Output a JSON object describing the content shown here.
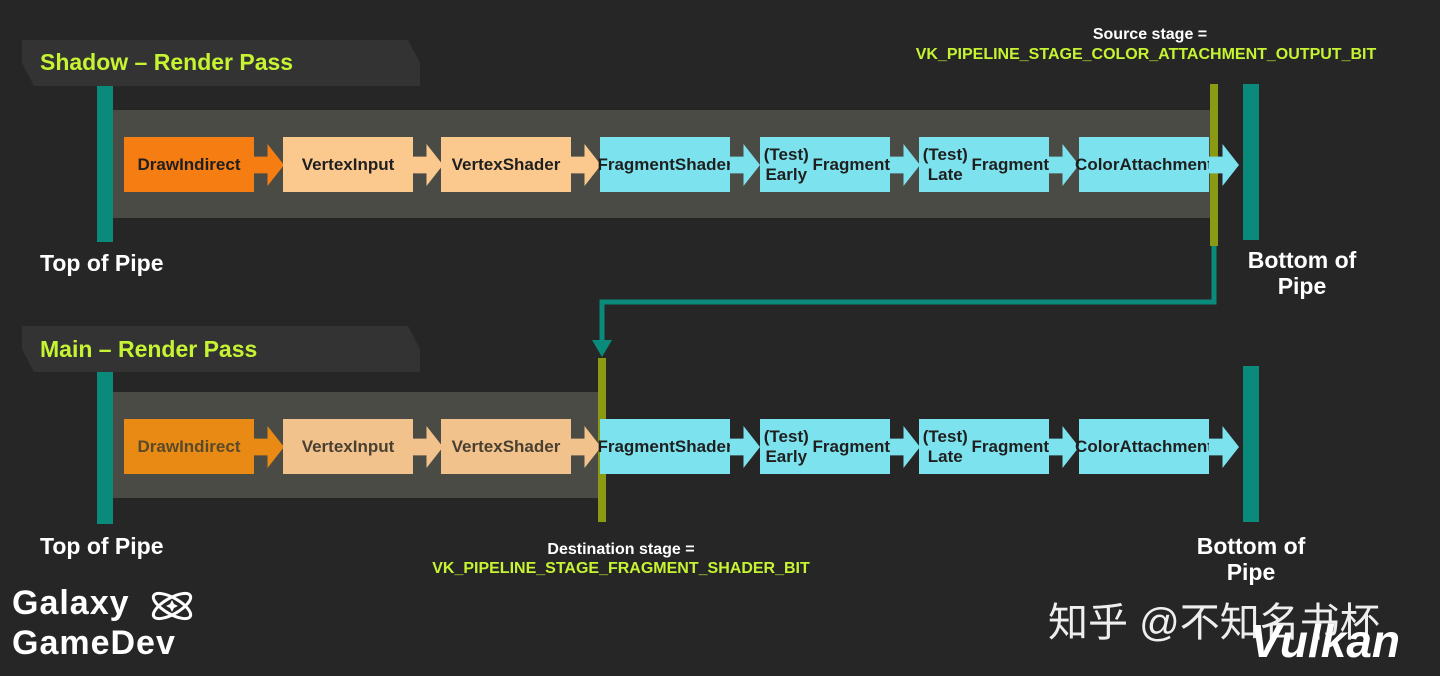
{
  "passes": [
    {
      "title": "Shadow – Render Pass",
      "top_label": "Top of Pipe",
      "bottom_label": [
        "Bottom of",
        "Pipe"
      ],
      "stages": [
        {
          "lines": [
            "Draw",
            "Indirect"
          ],
          "kind": "orange"
        },
        {
          "lines": [
            "Vertex",
            "Input"
          ],
          "kind": "peach"
        },
        {
          "lines": [
            "Vertex",
            "Shader"
          ],
          "kind": "peach"
        },
        {
          "lines": [
            "Fragment",
            "Shader"
          ],
          "kind": "cyan"
        },
        {
          "lines": [
            "(Test) Early",
            "Fragment"
          ],
          "kind": "cyan"
        },
        {
          "lines": [
            "(Test) Late",
            "Fragment"
          ],
          "kind": "cyan"
        },
        {
          "lines": [
            "Color",
            "Attachment"
          ],
          "kind": "cyan"
        }
      ]
    },
    {
      "title": "Main – Render Pass",
      "top_label": "Top of Pipe",
      "bottom_label": [
        "Bottom of",
        "Pipe"
      ],
      "stages": [
        {
          "lines": [
            "Draw",
            "Indirect"
          ],
          "kind": "orange-dim"
        },
        {
          "lines": [
            "Vertex",
            "Input"
          ],
          "kind": "peach-dim"
        },
        {
          "lines": [
            "Vertex",
            "Shader"
          ],
          "kind": "peach-dim"
        },
        {
          "lines": [
            "Fragment",
            "Shader"
          ],
          "kind": "cyan"
        },
        {
          "lines": [
            "(Test) Early",
            "Fragment"
          ],
          "kind": "cyan"
        },
        {
          "lines": [
            "(Test) Late",
            "Fragment"
          ],
          "kind": "cyan"
        },
        {
          "lines": [
            "Color",
            "Attachment"
          ],
          "kind": "cyan"
        }
      ]
    }
  ],
  "source_stage": {
    "label": "Source stage =",
    "value": "VK_PIPELINE_STAGE_COLOR_ATTACHMENT_OUTPUT_BIT"
  },
  "destination_stage": {
    "label": "Destination stage =",
    "value": "VK_PIPELINE_STAGE_FRAGMENT_SHADER_BIT"
  },
  "brand": {
    "line1": "Galaxy",
    "line2": "GameDev",
    "icon": "galaxy-atom-icon"
  },
  "watermark": {
    "text": "知乎 @不知名书杯",
    "logo_text": "Vulkan"
  },
  "colors": {
    "accent": "#c6f432",
    "teal": "#0a8a7a",
    "olive": "#8a9a12",
    "orange": "#f57d12",
    "peach": "#fbc98e",
    "cyan": "#7ce3ee",
    "band": "#4b4b45",
    "background": "#262626"
  }
}
